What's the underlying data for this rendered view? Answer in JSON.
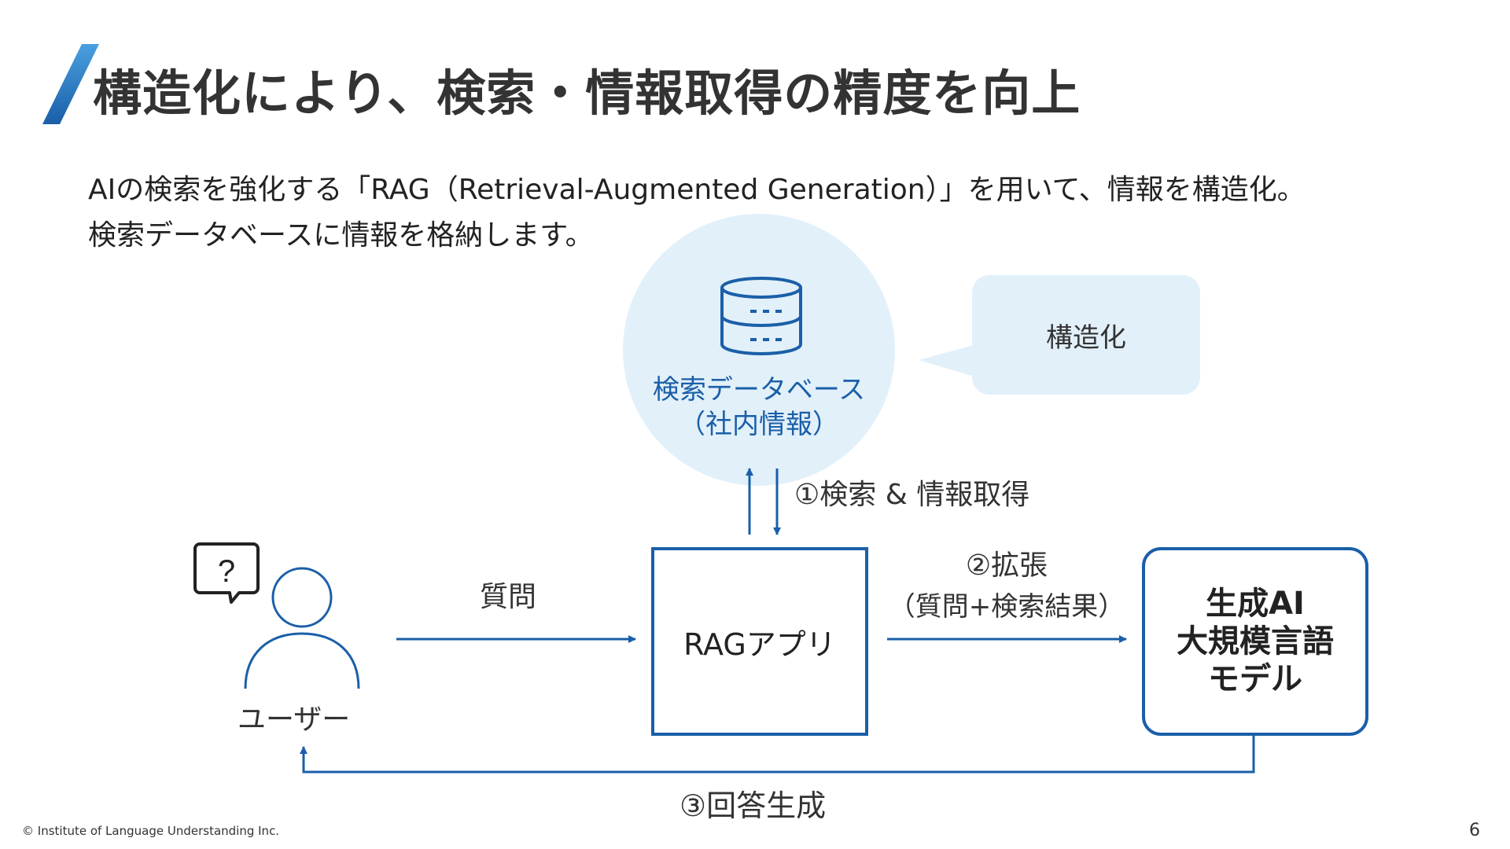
{
  "slide": {
    "title": "構造化により、検索・情報取得の精度を向上",
    "intro_line1": "AIの検索を強化する「RAG（Retrieval-Augmented Generation）」を用いて、情報を構造化。",
    "intro_line2": "検索データベースに情報を格納します。"
  },
  "diagram": {
    "database": {
      "icon": "database-icon",
      "label_line1": "検索データベース",
      "label_line2": "（社内情報）"
    },
    "structuring_bubble": "構造化",
    "step1": "①検索 & 情報取得",
    "user": {
      "icon": "user-icon",
      "question_icon": "question-bubble-icon",
      "question_mark": "?",
      "label": "ユーザー"
    },
    "question_label": "質問",
    "rag_app": "RAGアプリ",
    "step2": "②拡張",
    "step2_detail": "（質問+検索結果）",
    "llm": {
      "line1": "生成AI",
      "line2": "大規模言語",
      "line3": "モデル"
    },
    "step3": "③回答生成"
  },
  "footer": {
    "copyright": "© Institute of Language Understanding Inc.",
    "page_number": "6"
  },
  "colors": {
    "accent": "#1a5fa8",
    "accent_light": "#e2f0fa",
    "title_slash_light": "#4a9fe0",
    "text": "#222222"
  }
}
